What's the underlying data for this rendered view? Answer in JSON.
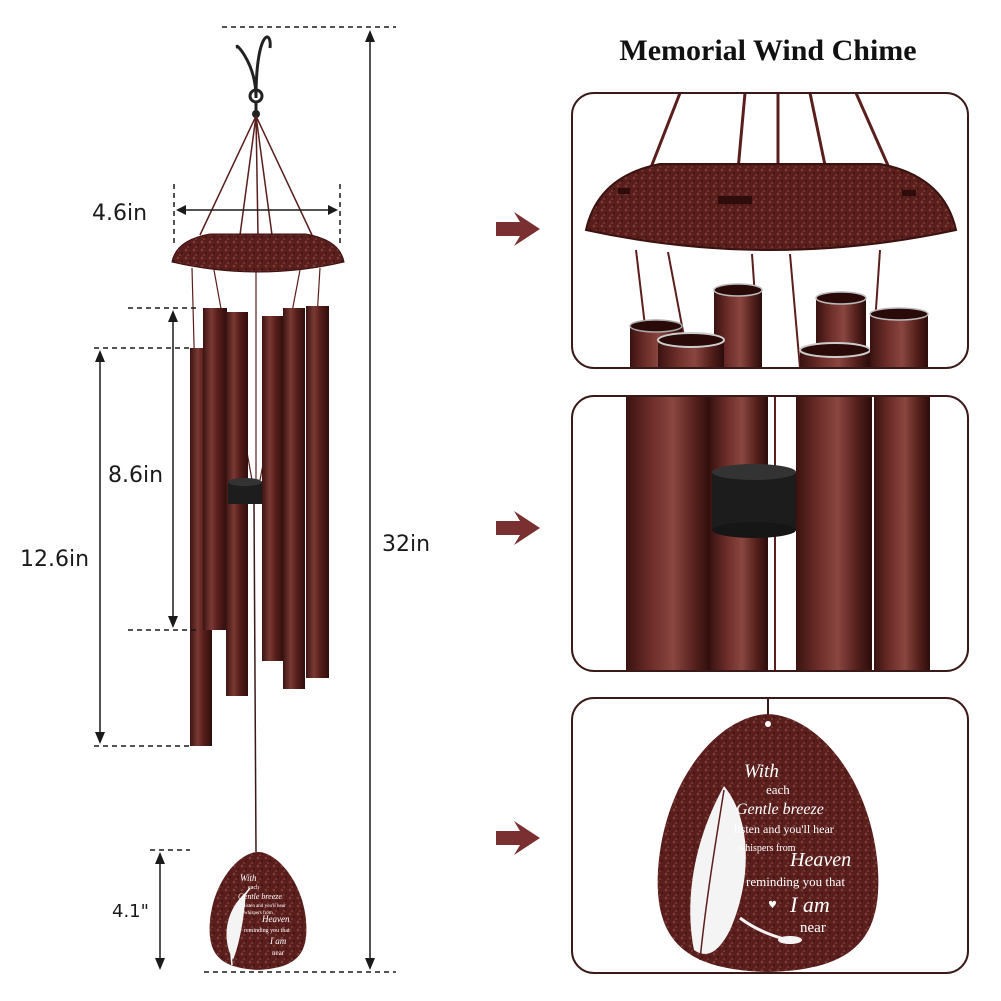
{
  "title": "Memorial Wind Chime",
  "dimensions": {
    "top_width": "4.6in",
    "tube_short": "8.6in",
    "tube_long": "12.6in",
    "total_length": "32in",
    "sail_height": "4.1\""
  },
  "verse": {
    "line1": "With",
    "line2": "each",
    "line3": "Gentle breeze",
    "line4": "listen and you'll hear",
    "line5": "whispers from",
    "line6": "Heaven",
    "line7": "reminding you that",
    "line8": "I am",
    "line9": "near"
  },
  "colors": {
    "copper": "#5a1f1c",
    "copper_light": "#7a3a34",
    "arrow": "#7a3030",
    "frame": "#3a1a18"
  }
}
